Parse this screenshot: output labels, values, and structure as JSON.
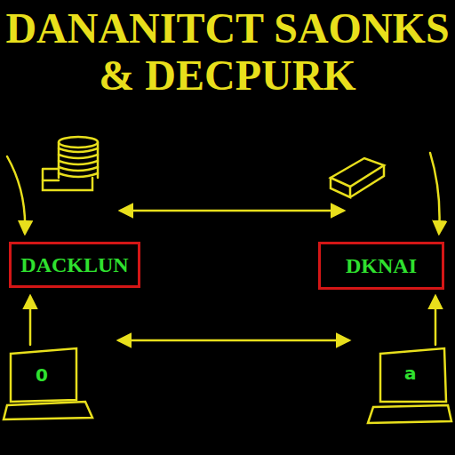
{
  "diagram": {
    "title": "DANANITCT SAONKS & DECPURK",
    "nodes": [
      {
        "text": [
          "DACKLUN"
        ]
      },
      {
        "text": [
          "DKNAI"
        ]
      }
    ],
    "labels": [
      "0",
      "a"
    ]
  }
}
